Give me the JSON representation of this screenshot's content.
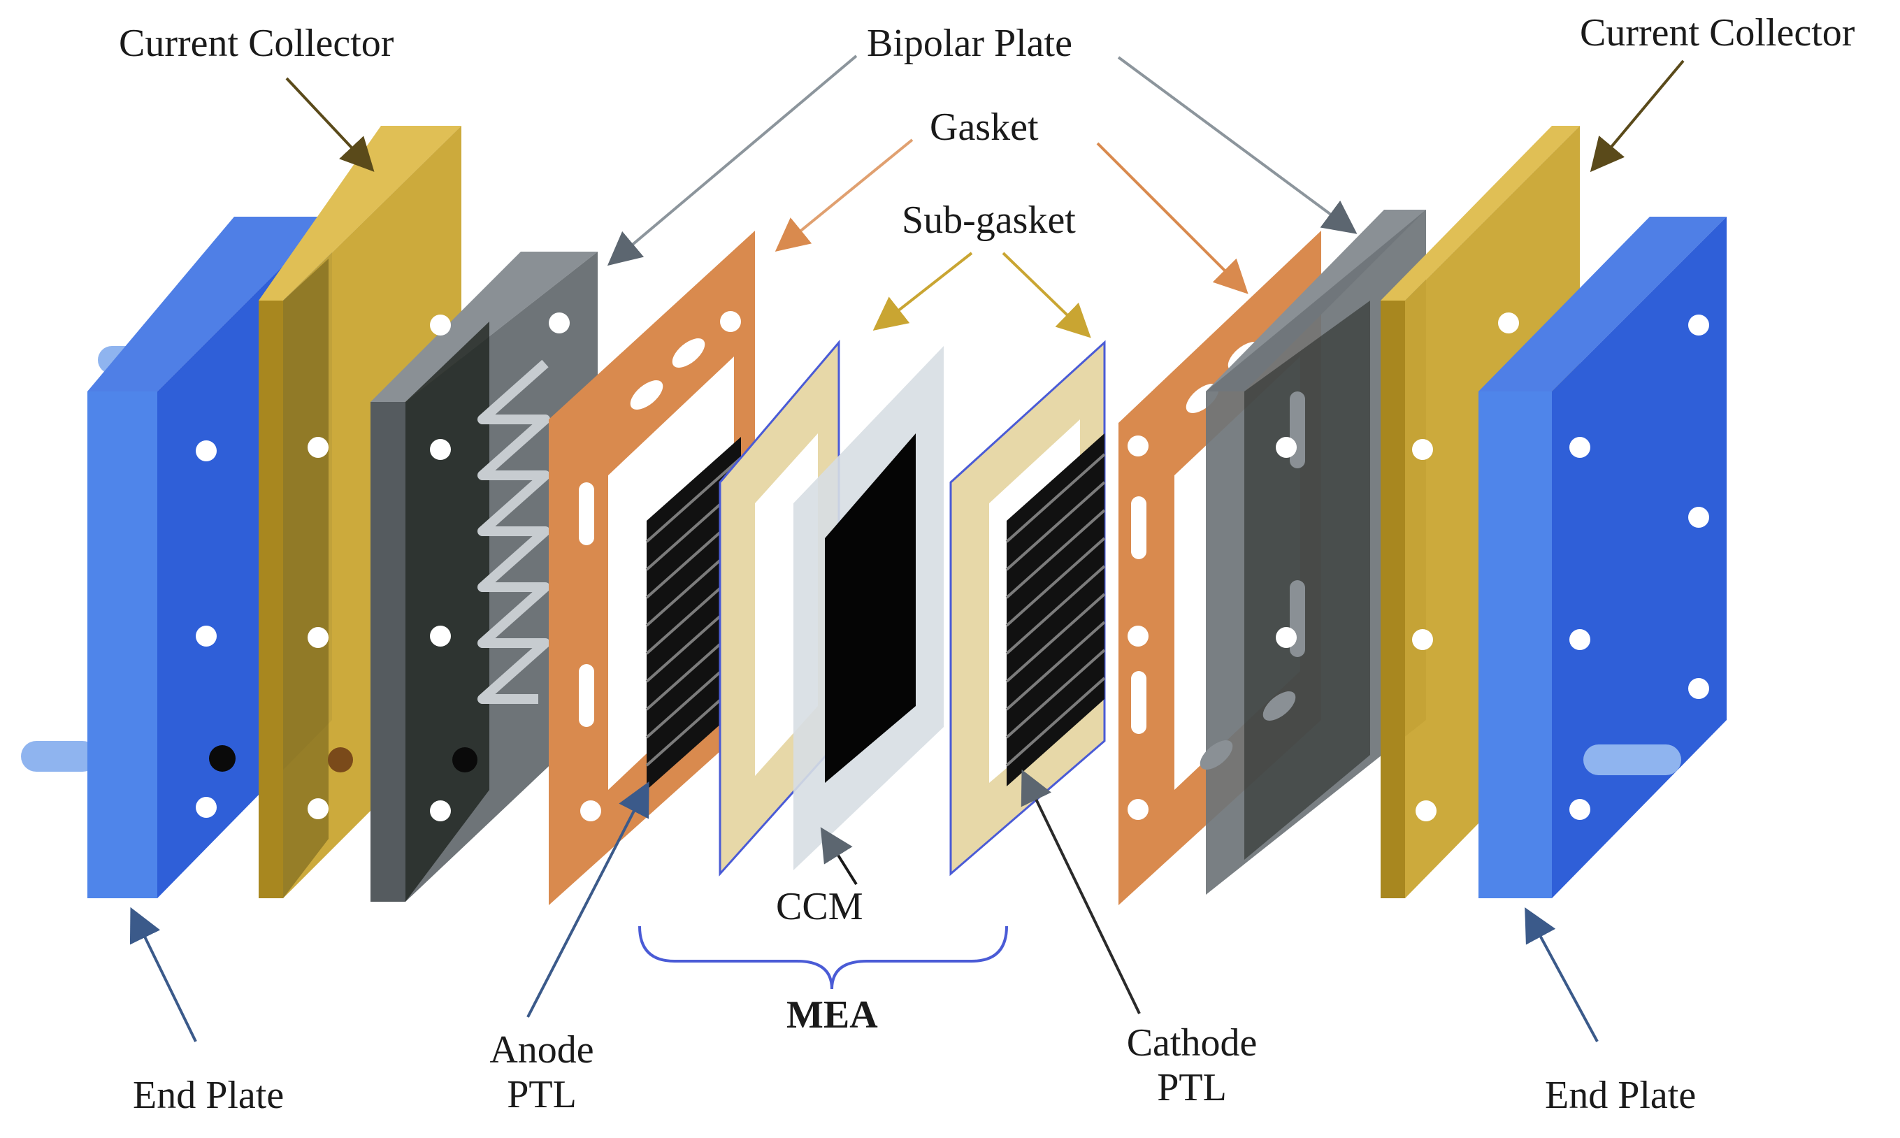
{
  "labels": {
    "current_collector_left": "Current Collector",
    "current_collector_right": "Current Collector",
    "bipolar_plate": "Bipolar Plate",
    "gasket": "Gasket",
    "sub_gasket": "Sub-gasket",
    "ccm": "CCM",
    "mea": "MEA",
    "end_plate_left": "End Plate",
    "end_plate_right": "End Plate",
    "anode_line1": "Anode",
    "anode_line2": "PTL",
    "cathode_line1": "Cathode",
    "cathode_line2": "PTL"
  },
  "colors": {
    "end_plate": "#2f5fd8",
    "current_collector": "#c9a532",
    "bipolar_plate": "#6e7478",
    "gasket": "#d98a4e",
    "sub_gasket": "#e7d8a8",
    "ccm_membrane": "#d7dee3",
    "ptl": "#111111",
    "mea_brace": "#4a5bd6"
  }
}
